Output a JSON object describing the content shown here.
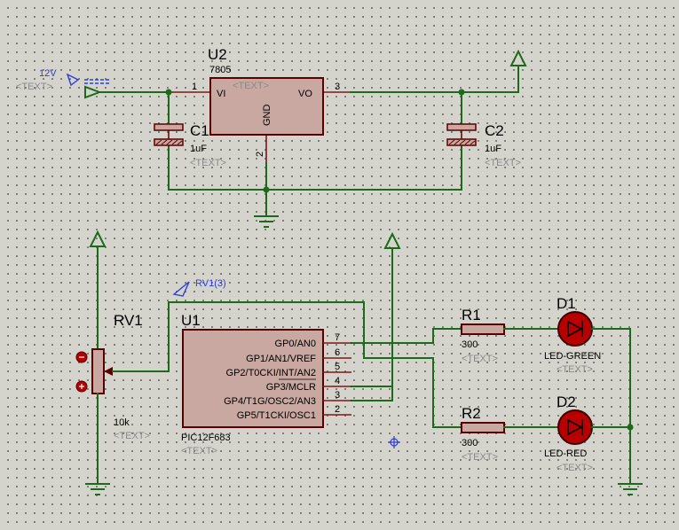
{
  "u2": {
    "ref": "U2",
    "value": "7805",
    "text": "<TEXT>",
    "pins": {
      "vi": "VI",
      "vo": "VO",
      "gnd": "GND",
      "n1": "1",
      "n2": "2",
      "n3": "3"
    }
  },
  "c1": {
    "ref": "C1",
    "value": "1uF",
    "text": "<TEXT>"
  },
  "c2": {
    "ref": "C2",
    "value": "1uF",
    "text": "<TEXT>"
  },
  "source": {
    "label": "12V",
    "text": "<TEXT>"
  },
  "rv1": {
    "ref": "RV1",
    "value": "10k",
    "text": "<TEXT>",
    "probe": "RV1(3)"
  },
  "u1": {
    "ref": "U1",
    "value": "PIC12F683",
    "text": "<TEXT>",
    "pins": [
      {
        "name": "GP0/AN0",
        "num": "7"
      },
      {
        "name": "GP1/AN1/VREF",
        "num": "6"
      },
      {
        "name": "GP2/T0CKI/INT/AN2",
        "num": "5"
      },
      {
        "name": "GP3/MCLR",
        "num": "4"
      },
      {
        "name": "GP4/T1G/OSC2/AN3",
        "num": "3"
      },
      {
        "name": "GP5/T1CKI/OSC1",
        "num": "2"
      }
    ]
  },
  "r1": {
    "ref": "R1",
    "value": "300",
    "text": "<TEXT>"
  },
  "r2": {
    "ref": "R2",
    "value": "300",
    "text": "<TEXT>"
  },
  "d1": {
    "ref": "D1",
    "value": "LED-GREEN",
    "text": "<TEXT>"
  },
  "d2": {
    "ref": "D2",
    "value": "LED-RED",
    "text": "<TEXT>"
  },
  "colors": {
    "wire": "#1b6b1b",
    "body": "#c8a8a0",
    "led": "#b80000",
    "probe": "#2b3fd6"
  }
}
